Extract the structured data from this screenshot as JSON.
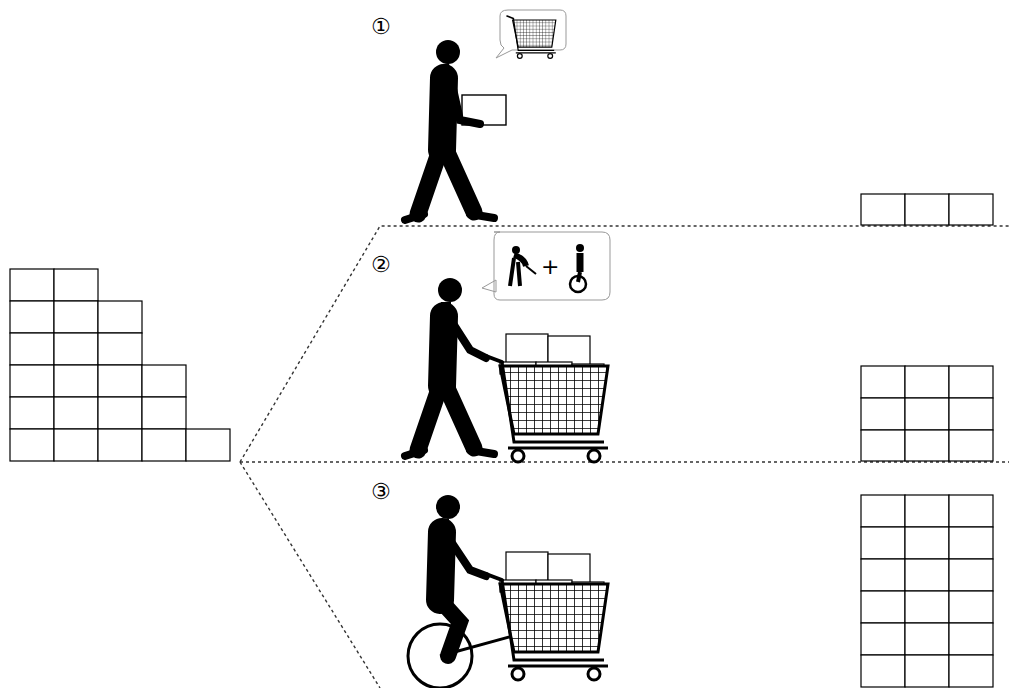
{
  "diagram": {
    "labels": [
      "①",
      "②",
      "+",
      "③"
    ]
  }
}
